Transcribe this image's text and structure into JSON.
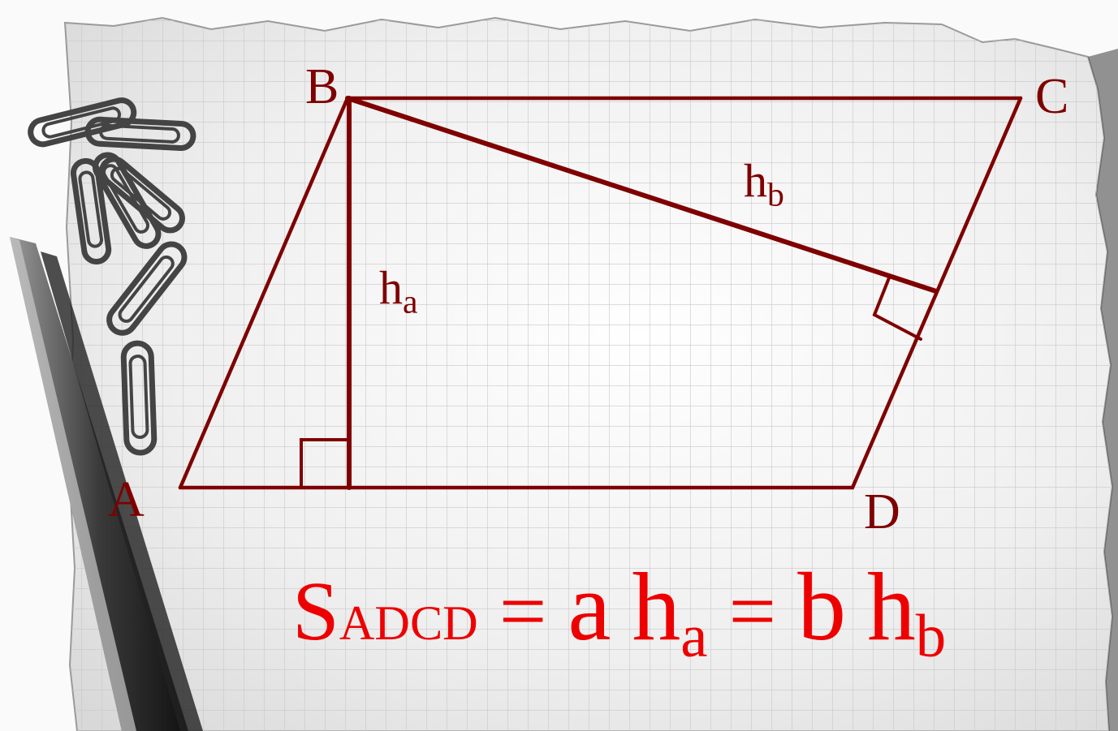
{
  "points": {
    "A": "A",
    "B": "B",
    "C": "C",
    "D": "D"
  },
  "heights": {
    "ha": {
      "base": "h",
      "sub": "a"
    },
    "hb": {
      "base": "h",
      "sub": "b"
    }
  },
  "formula": {
    "s": "S",
    "s_sub": "ADCD",
    "eq1": " = ",
    "a": "a",
    "sp1": " ",
    "h1": "h",
    "h1_sub": "a",
    "eq2": " = ",
    "b": "b",
    "sp2": " ",
    "h2": "h",
    "h2_sub": "b"
  },
  "colors": {
    "figure": "#7f0000",
    "formula": "#ee0000",
    "paper": "#f0f0f0",
    "grid": "#c4c4c4"
  }
}
